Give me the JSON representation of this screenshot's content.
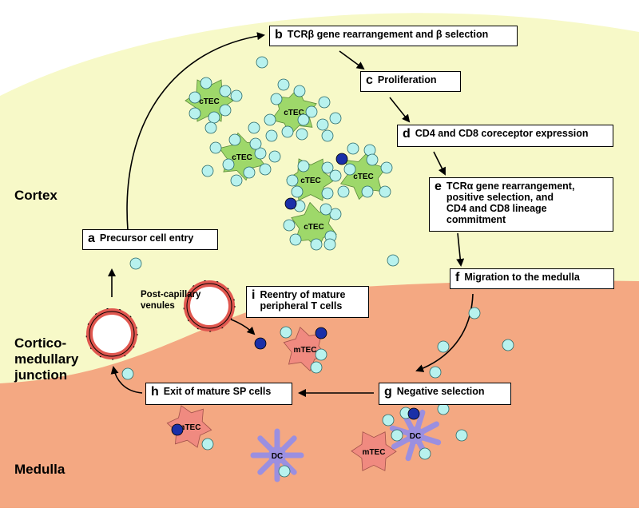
{
  "regions": {
    "cortex": "Cortex",
    "junction": "Cortico-\nmedullary\njunction",
    "medulla": "Medulla"
  },
  "venules_label": "Post-capillary\nvenules",
  "cell_labels": {
    "ctec": "cTEC",
    "mtec": "mTEC",
    "dc": "DC"
  },
  "steps": {
    "a": {
      "letter": "a",
      "label": "Precursor cell entry"
    },
    "b": {
      "letter": "b",
      "label": "TCRβ gene rearrangement and β selection"
    },
    "c": {
      "letter": "c",
      "label": "Proliferation"
    },
    "d": {
      "letter": "d",
      "label": "CD4 and CD8 coreceptor expression"
    },
    "e": {
      "letter": "e",
      "label": "TCRα gene rearrangement,\npositive selection, and\nCD4 and CD8 lineage\ncommitment"
    },
    "f": {
      "letter": "f",
      "label": "Migration to the medulla"
    },
    "g": {
      "letter": "g",
      "label": "Negative selection"
    },
    "h": {
      "letter": "h",
      "label": "Exit of mature SP cells"
    },
    "i": {
      "letter": "i",
      "label": "Reentry of mature\nperipheral T cells"
    }
  },
  "colors": {
    "cortex": "#f7f9c8",
    "medulla": "#f4a882",
    "ctec": "#9ed86a",
    "mtec": "#f08a80",
    "dc": "#9b8fe0",
    "thymocyte": "#b8f2ee",
    "mature_t": "#1a2fa8",
    "venule_ring": "#e0574f"
  }
}
